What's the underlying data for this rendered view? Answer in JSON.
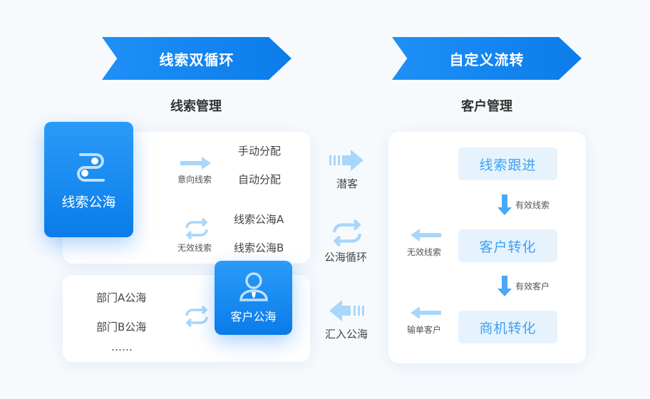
{
  "banners": {
    "left": "线索双循环",
    "right": "自定义流转"
  },
  "sections": {
    "left": "线索管理",
    "right": "客户管理"
  },
  "lead_pool": {
    "title": "线索公海",
    "intent_label": "意向线索",
    "manual": "手动分配",
    "auto": "自动分配",
    "invalid_label": "无效线索",
    "pool_a": "线索公海A",
    "pool_b": "线索公海B"
  },
  "customer_pool": {
    "title": "客户公海",
    "dept_a": "部门A公海",
    "dept_b": "部门B公海",
    "more": "……"
  },
  "middle": {
    "potential": "潜客",
    "cycle": "公海循环",
    "merge": "汇入公海"
  },
  "flow": {
    "step1": "线索跟进",
    "step2": "客户转化",
    "step3": "商机转化",
    "valid_lead": "有效线索",
    "valid_customer": "有效客户",
    "invalid_lead": "无效线索",
    "lost_customer": "输单客户"
  },
  "colors": {
    "primary": "#0b7ce9",
    "light": "#e6f3fd",
    "arrow": "#a9d6fb",
    "arrow_dark": "#4aa8f6"
  }
}
